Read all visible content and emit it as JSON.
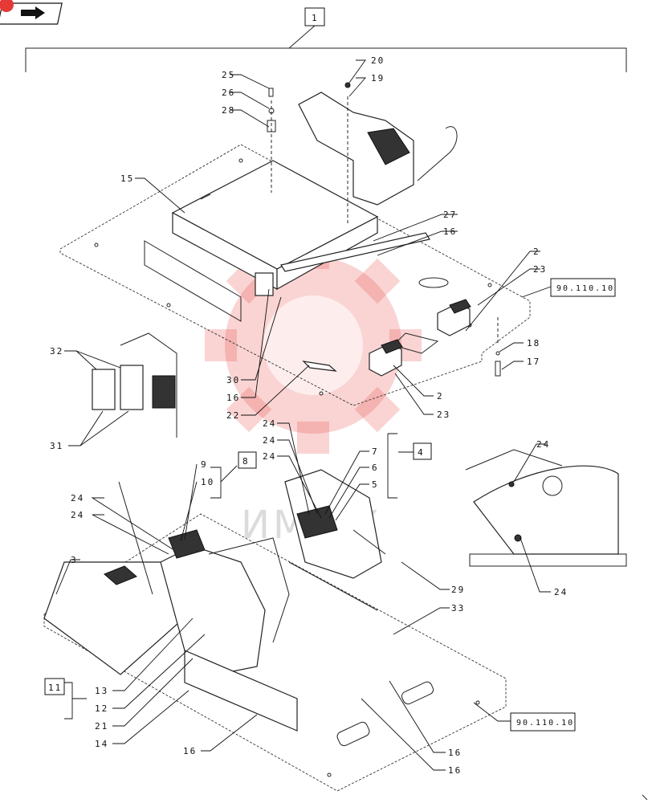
{
  "nav_icon": {
    "name": "back-arrow-icon",
    "badge_color": "#e53935"
  },
  "watermark": {
    "text": "ИМ    ЕХ",
    "color": "#e53935"
  },
  "callouts": {
    "c1": "1",
    "c2a": "2",
    "c2b": "2",
    "c3": "3",
    "c4": "4",
    "c5": "5",
    "c6": "6",
    "c7": "7",
    "c8": "8",
    "c9": "9",
    "c10": "10",
    "c11": "11",
    "c12": "12",
    "c13": "13",
    "c14": "14",
    "c15": "15",
    "c16a": "16",
    "c16b": "16",
    "c16c": "16",
    "c16d": "16",
    "c16e": "16",
    "c17": "17",
    "c18": "18",
    "c19": "19",
    "c20": "20",
    "c21": "21",
    "c22": "22",
    "c23a": "23",
    "c23b": "23",
    "c24a": "24",
    "c24b": "24",
    "c24c": "24",
    "c24d": "24",
    "c24e": "24",
    "c24f": "24",
    "c24g": "24",
    "c25": "25",
    "c26": "26",
    "c27": "27",
    "c28": "28",
    "c29": "29",
    "c30": "30",
    "c31": "31",
    "c32": "32",
    "c33": "33"
  },
  "references": {
    "ref_top": "90.110.10",
    "ref_bottom": "90.110.10"
  }
}
